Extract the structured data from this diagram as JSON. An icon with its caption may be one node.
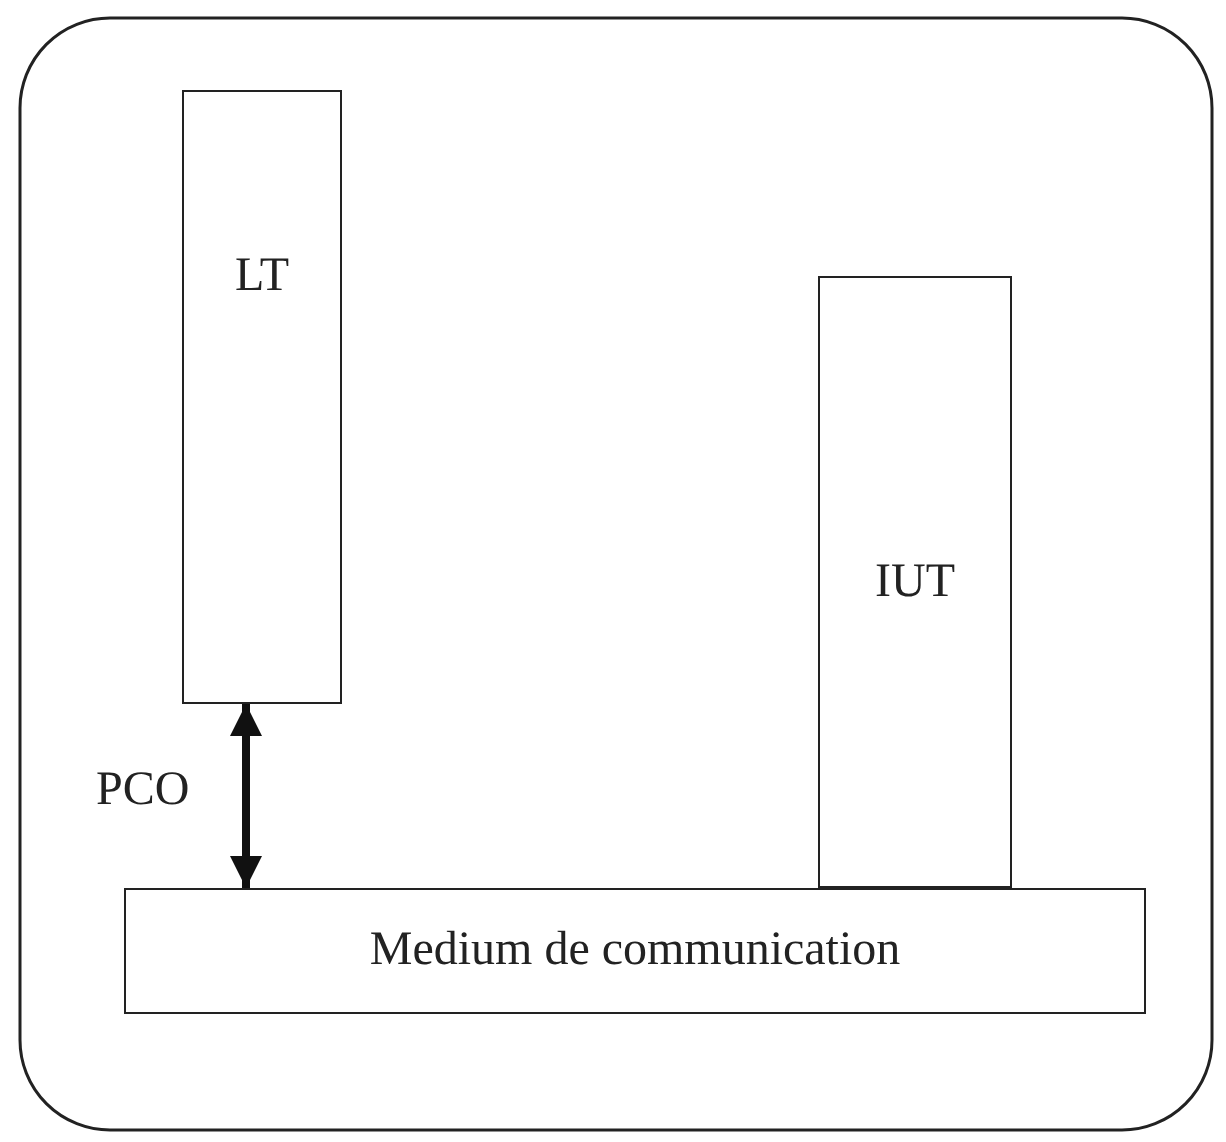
{
  "diagram": {
    "nodes": [
      {
        "text": [
          "LT"
        ]
      },
      {
        "text": [
          "IUT"
        ]
      },
      {
        "text": [
          "Medium de communication"
        ]
      }
    ],
    "edges": [
      {
        "from": 0,
        "to": 2,
        "arrow": "both",
        "label": "PCO"
      }
    ]
  }
}
